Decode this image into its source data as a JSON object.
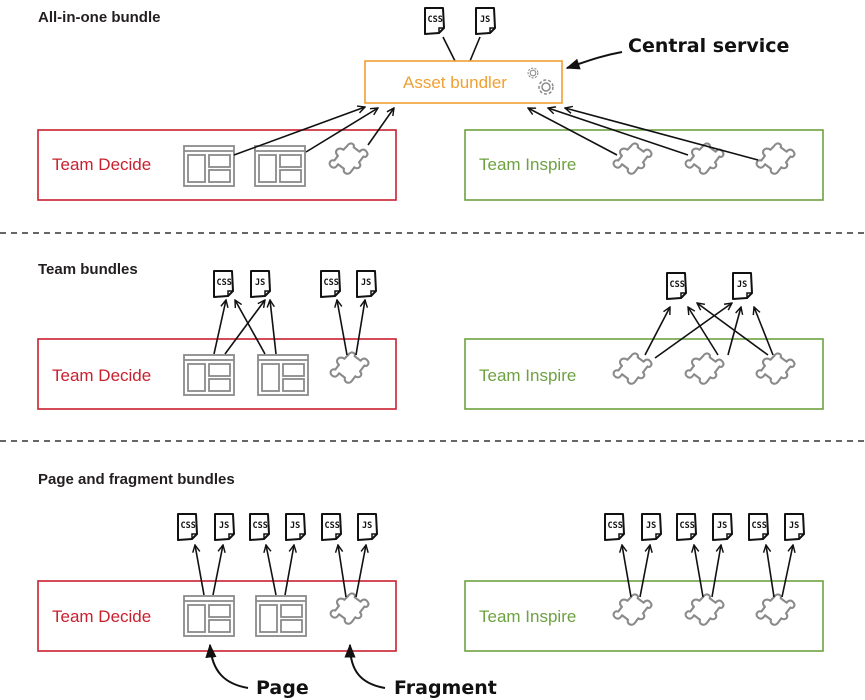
{
  "colors": {
    "team_decide": "#c8202f",
    "team_inspire": "#6ea141",
    "asset_bundler": "#f0a032",
    "icon_gray": "#8a8a8a",
    "arrow": "#111111",
    "divider": "#333333"
  },
  "sections": [
    {
      "title": "All-in-one bundle",
      "bundler": {
        "label": "Asset bundler",
        "icon": "gears-icon"
      },
      "callout": "Central service",
      "output_files": [
        "CSS",
        "JS"
      ],
      "teams": [
        {
          "name": "Team Decide",
          "items": [
            "page",
            "page",
            "fragment"
          ]
        },
        {
          "name": "Team Inspire",
          "items": [
            "fragment",
            "fragment",
            "fragment"
          ]
        }
      ]
    },
    {
      "title": "Team bundles",
      "teams": [
        {
          "name": "Team Decide",
          "items": [
            "page",
            "page",
            "fragment"
          ],
          "bundles": [
            [
              "CSS",
              "JS"
            ],
            [
              "CSS",
              "JS"
            ]
          ]
        },
        {
          "name": "Team Inspire",
          "items": [
            "fragment",
            "fragment",
            "fragment"
          ],
          "bundles": [
            [
              "CSS",
              "JS"
            ]
          ]
        }
      ]
    },
    {
      "title": "Page and fragment bundles",
      "teams": [
        {
          "name": "Team Decide",
          "items": [
            "page",
            "page",
            "fragment"
          ],
          "bundles": [
            [
              "CSS",
              "JS"
            ],
            [
              "CSS",
              "JS"
            ],
            [
              "CSS",
              "JS"
            ]
          ]
        },
        {
          "name": "Team Inspire",
          "items": [
            "fragment",
            "fragment",
            "fragment"
          ],
          "bundles": [
            [
              "CSS",
              "JS"
            ],
            [
              "CSS",
              "JS"
            ],
            [
              "CSS",
              "JS"
            ]
          ]
        }
      ],
      "callouts": [
        "Page",
        "Fragment"
      ]
    }
  ]
}
